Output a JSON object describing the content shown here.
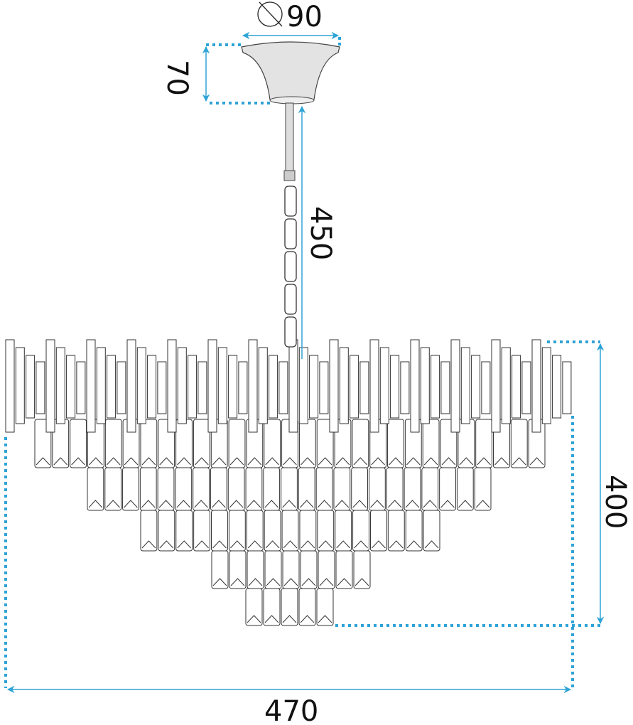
{
  "dimensions": {
    "canopy_diameter": "90",
    "canopy_height": "70",
    "suspension_length": "450",
    "body_height": "400",
    "body_width": "470"
  },
  "units_symbol": "diameter-symbol",
  "colors": {
    "dimension": "#2ea3d6",
    "outline": "#333333",
    "canopy_fill": "#e3e3e3"
  }
}
